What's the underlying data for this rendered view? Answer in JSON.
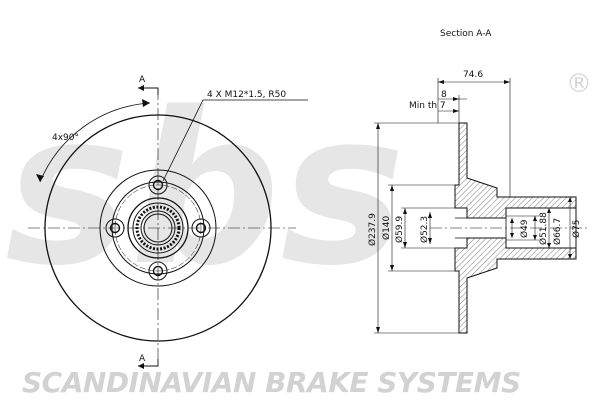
{
  "watermark": {
    "logo": "sbs",
    "registered": "®",
    "brand": "SCANDINAVIAN BRAKE SYSTEMS"
  },
  "labels": {
    "section_title": "Section A-A",
    "section_mark": "A",
    "bolt_note": "4 X M12*1.5, R50",
    "angle_note": "4x90°"
  },
  "dimensions": {
    "total_height": "74.6",
    "flange_thickness": "8",
    "min_thickness": "Min th 7",
    "outer_diameter": "Ø237.9",
    "bolt_circle": "Ø140",
    "hub_diameter": "Ø59.9",
    "center_bore": "Ø52.3",
    "inner_diameter": "Ø49",
    "seat_diameter": "Ø51.88",
    "bearing_diameter": "Ø66.7",
    "outer_hub": "Ø75"
  }
}
